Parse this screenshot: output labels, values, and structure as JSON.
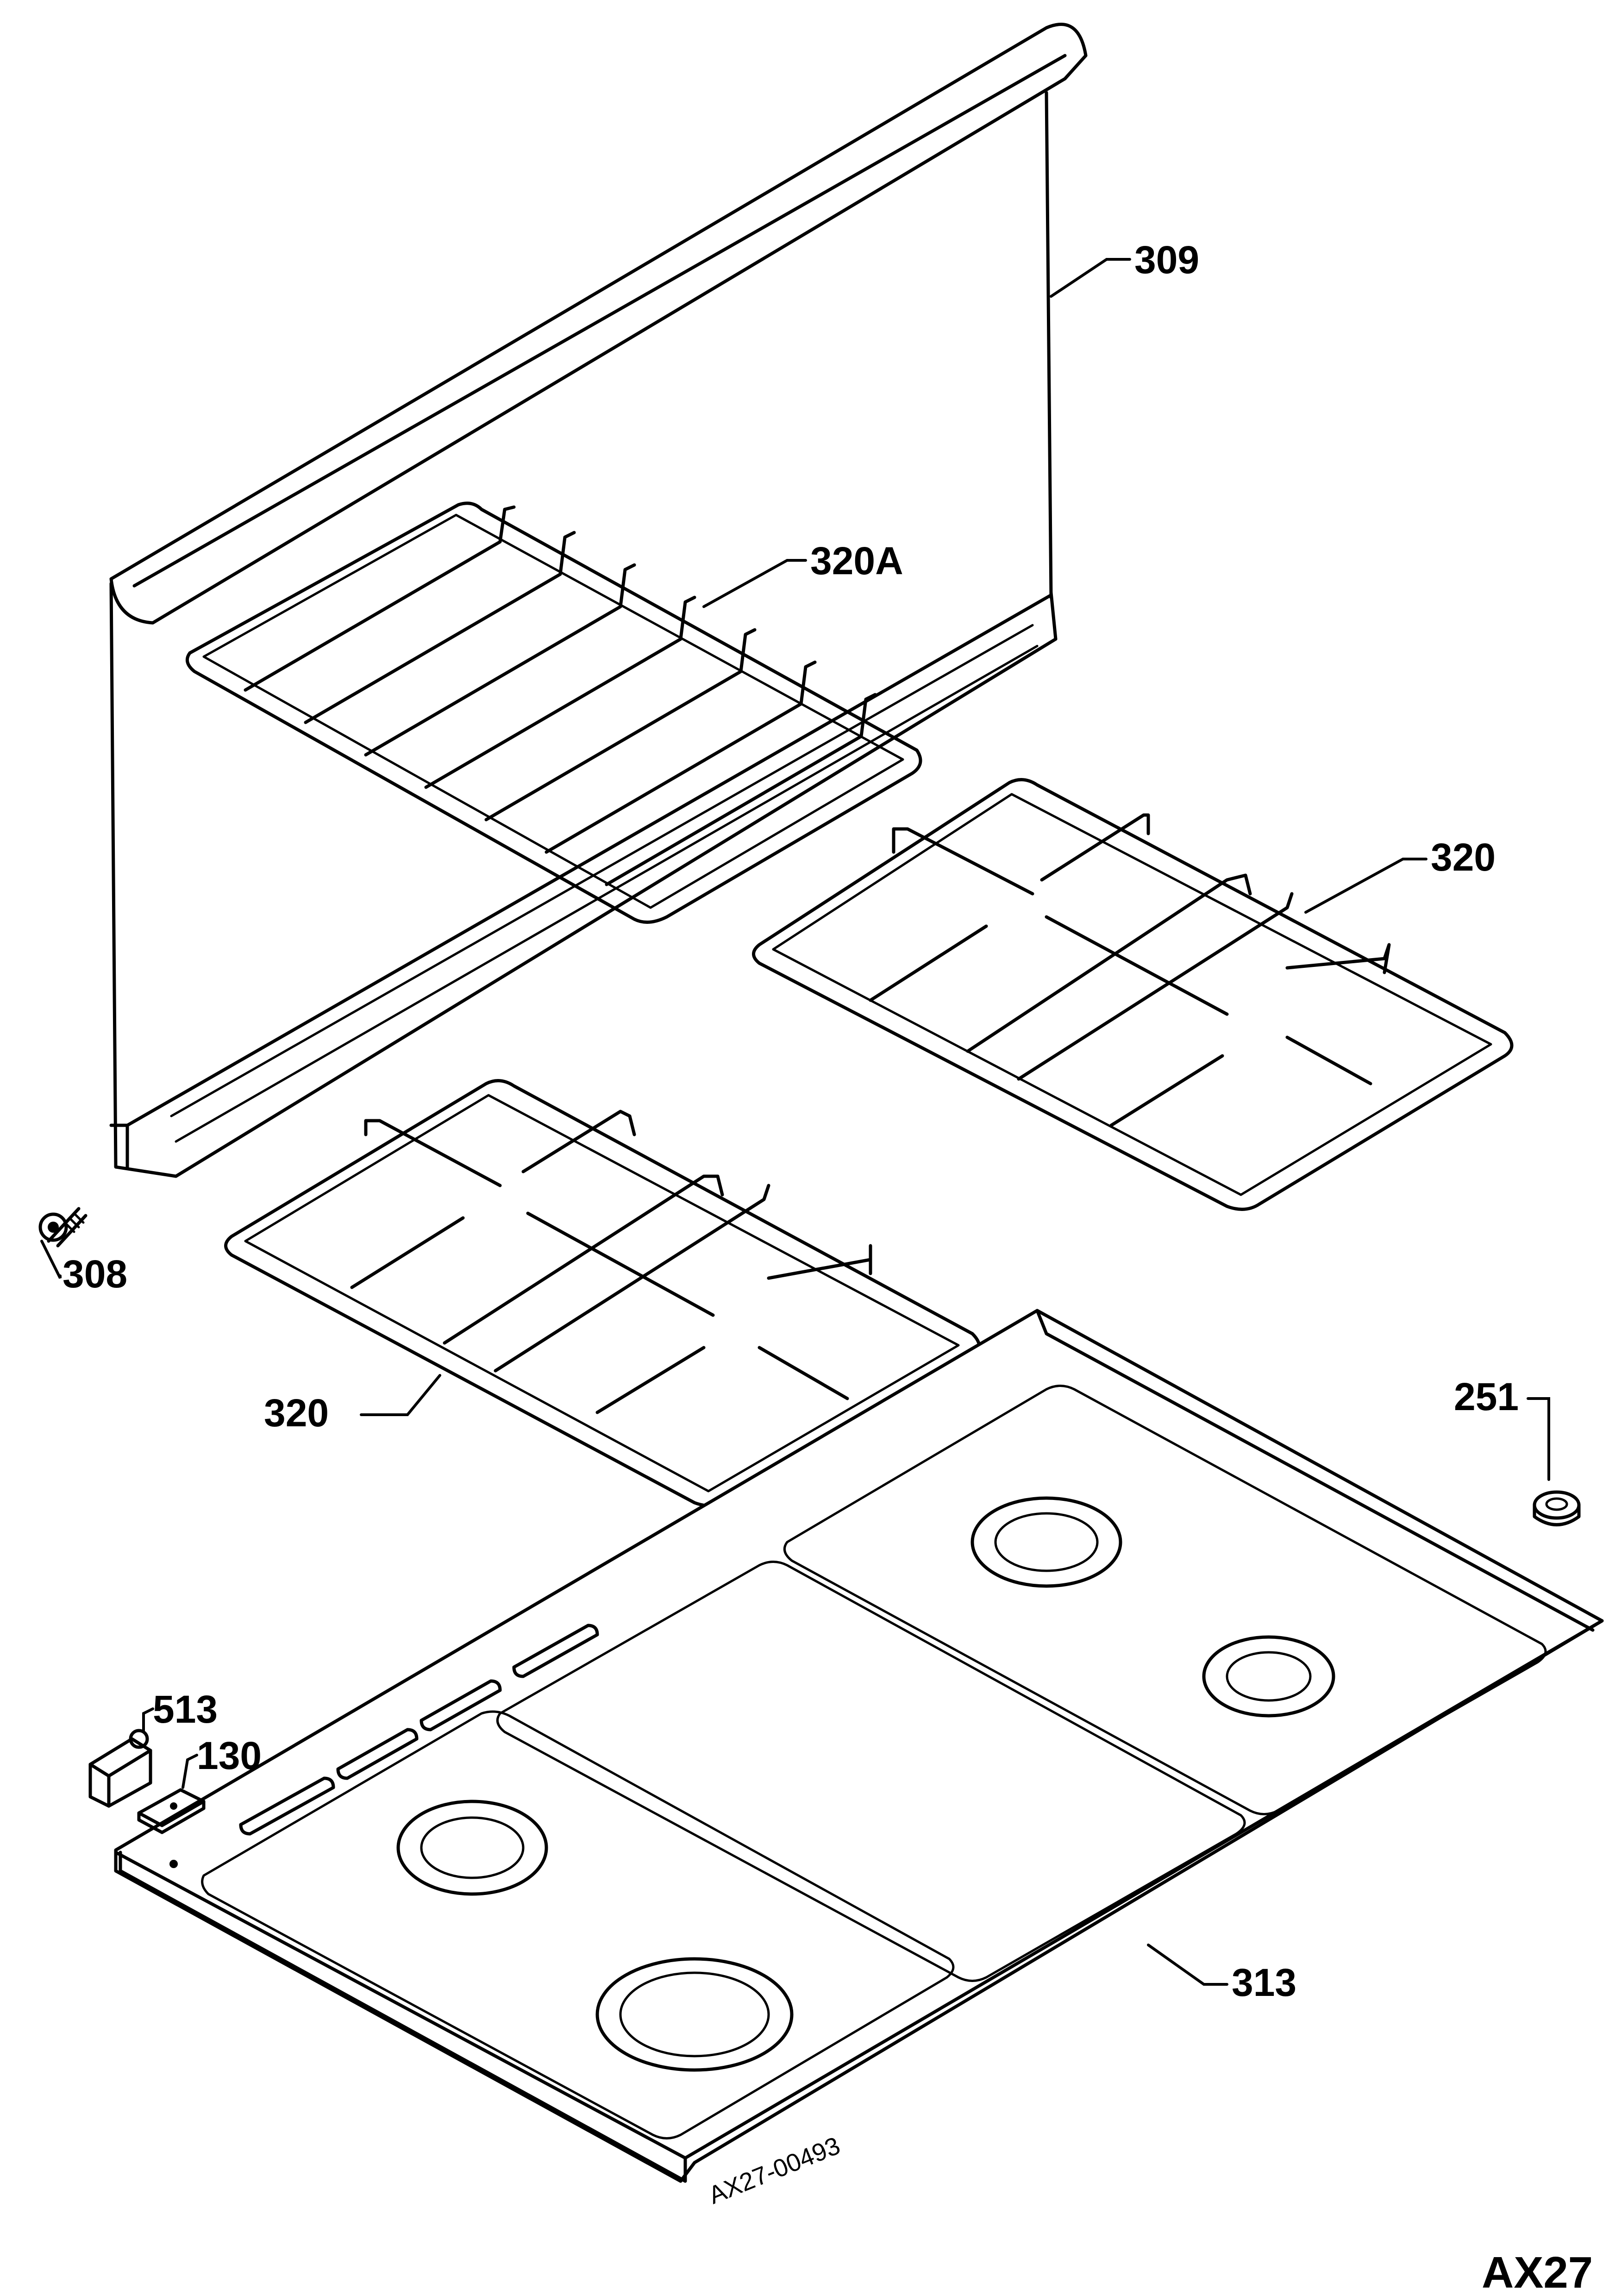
{
  "parts": [
    {
      "id": "splashback",
      "label": "309"
    },
    {
      "id": "grid-rear",
      "label": "320A"
    },
    {
      "id": "grid-right",
      "label": "320"
    },
    {
      "id": "grid-left",
      "label": "320"
    },
    {
      "id": "hinge-screw",
      "label": "308"
    },
    {
      "id": "foot",
      "label": "251"
    },
    {
      "id": "clip",
      "label": "513"
    },
    {
      "id": "plate",
      "label": "130"
    },
    {
      "id": "hob-top",
      "label": "313"
    }
  ],
  "drawing_code": "AX27-00493",
  "sheet_ref": "AX27"
}
